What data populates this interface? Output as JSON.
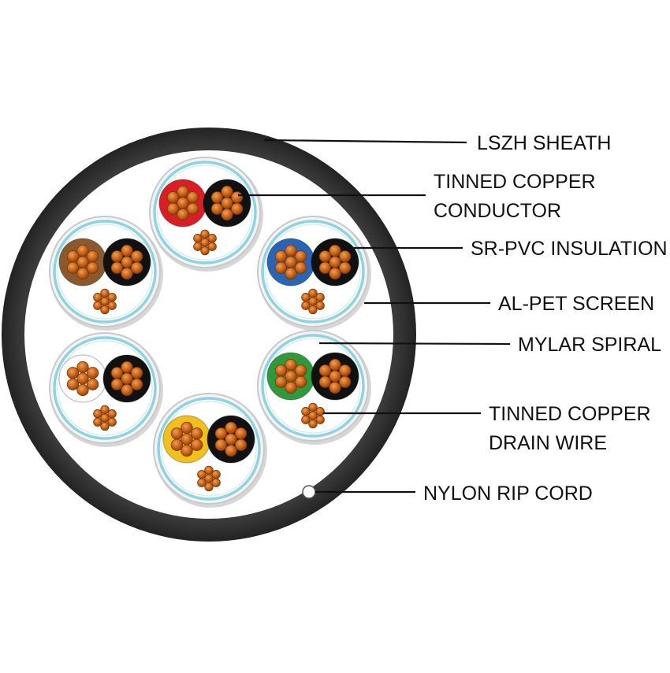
{
  "colors": {
    "sheath": "#2e2e2e",
    "interior": "#ffffff",
    "screen": "#8fd3e3",
    "screen_shadow": "#b5b5b5",
    "copper": "#c8641a",
    "copper_dark": "#7a3608",
    "label_text": "#111111",
    "leader": "#111111"
  },
  "pairs": [
    {
      "a": {
        "color": "#d91f26",
        "name": "red"
      },
      "b": {
        "color": "#111111",
        "name": "black"
      }
    },
    {
      "a": {
        "color": "#2a64b4",
        "name": "blue"
      },
      "b": {
        "color": "#111111",
        "name": "black"
      }
    },
    {
      "a": {
        "color": "#2f9a3c",
        "name": "green"
      },
      "b": {
        "color": "#111111",
        "name": "black"
      }
    },
    {
      "a": {
        "color": "#f2c01d",
        "name": "yellow"
      },
      "b": {
        "color": "#111111",
        "name": "black"
      }
    },
    {
      "a": {
        "color": "#ffffff",
        "name": "white"
      },
      "b": {
        "color": "#111111",
        "name": "black"
      }
    },
    {
      "a": {
        "color": "#8a5a2e",
        "name": "brown"
      },
      "b": {
        "color": "#111111",
        "name": "black"
      }
    }
  ],
  "labels": [
    {
      "id": "lszh-sheath",
      "lines": [
        "LSZH SHEATH"
      ]
    },
    {
      "id": "tinned-copper-conductor",
      "lines": [
        "TINNED COPPER",
        "CONDUCTOR"
      ]
    },
    {
      "id": "sr-pvc-insulation",
      "lines": [
        "SR-PVC INSULATION"
      ]
    },
    {
      "id": "al-pet-screen",
      "lines": [
        "AL-PET SCREEN"
      ]
    },
    {
      "id": "mylar-spiral",
      "lines": [
        "MYLAR SPIRAL"
      ]
    },
    {
      "id": "tinned-copper-drain-wire",
      "lines": [
        "TINNED COPPER",
        "DRAIN WIRE"
      ]
    },
    {
      "id": "nylon-rip-cord",
      "lines": [
        "NYLON RIP CORD"
      ]
    }
  ]
}
